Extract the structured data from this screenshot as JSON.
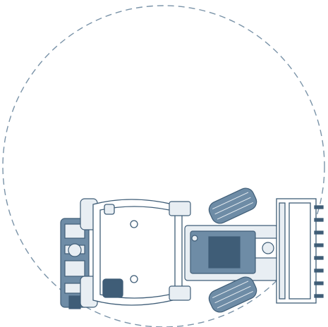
{
  "diagram": {
    "subject": "top-view-loader-turning-radius",
    "colors": {
      "background": "#ffffff",
      "ink": "#5b7a94",
      "ink_dark": "#3f5d77",
      "fill": "#6e8ca6",
      "fill_light": "#e8eef3",
      "dashed_circle": "#7a93a8"
    },
    "components": [
      {
        "name": "turning-circle",
        "style": "dashed"
      },
      {
        "name": "rear-attachment"
      },
      {
        "name": "cab-roof"
      },
      {
        "name": "front-chassis"
      },
      {
        "name": "wheels",
        "count": 4
      },
      {
        "name": "front-bucket"
      }
    ]
  }
}
